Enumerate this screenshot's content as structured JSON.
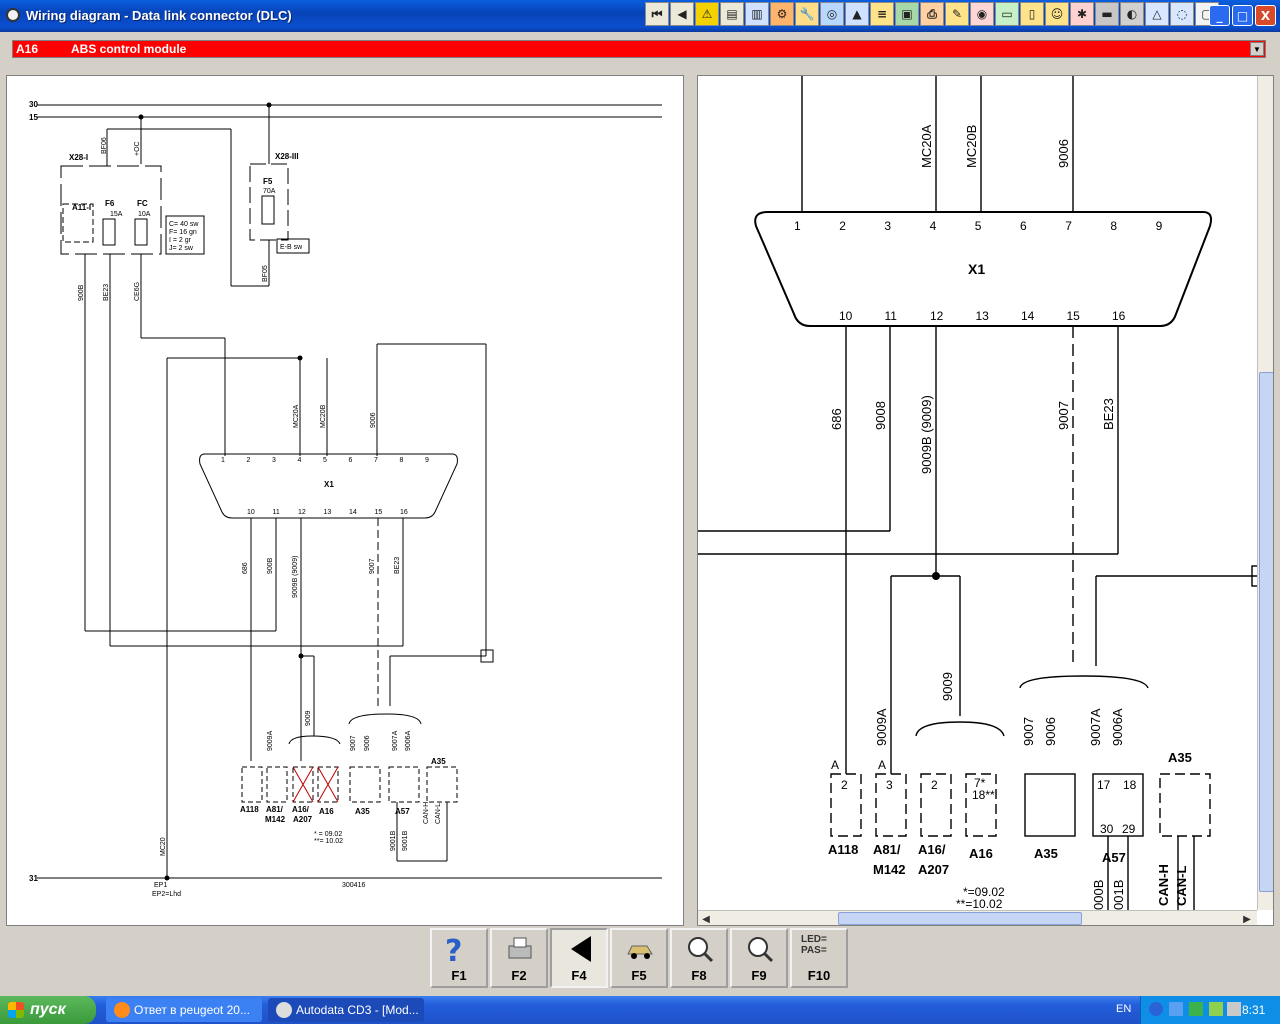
{
  "window": {
    "title": "Wiring diagram - Data link connector (DLC)",
    "toolbar_icons": [
      "first-page-icon",
      "back-icon",
      "warning-icon",
      "book-icon",
      "chart-icon",
      "tools-icon",
      "repair-icon",
      "disc-icon",
      "car-lift-icon",
      "list-icon",
      "save-icon",
      "print-icon",
      "edit-icon",
      "camera-icon",
      "monitor-icon",
      "doc-icon",
      "smiley-icon",
      "settings-icon",
      "car-icon",
      "gauge-icon",
      "triangle-icon",
      "wheel-icon",
      "note-icon"
    ],
    "buttons": {
      "minimize": "_",
      "maximize": "□",
      "close": "X"
    }
  },
  "selector": {
    "code": "A16",
    "name": "ABS control module"
  },
  "diagram_left": {
    "rails": [
      "30",
      "15",
      "31"
    ],
    "fuseblock": {
      "x28i": "X28-I",
      "x28iii": "X28-III",
      "a11": "A11-I",
      "f6": "F6",
      "f6_rating": "15A",
      "fc": "FC",
      "fc_rating": "10A",
      "f5": "F5",
      "f5_rating": "70A"
    },
    "legend": [
      "C= 40 sw",
      "F= 16 gn",
      "I = 2 gr",
      "J= 2 sw"
    ],
    "eb": "E-B sw",
    "wires_top": [
      "BF06",
      "+OC",
      "BF05",
      "900B",
      "BE23",
      "CE6G"
    ],
    "connector": "X1",
    "pins_top": [
      "1",
      "2",
      "3",
      "4",
      "5",
      "6",
      "7",
      "8",
      "9"
    ],
    "pins_bottom": [
      "10",
      "11",
      "12",
      "13",
      "14",
      "15",
      "16"
    ],
    "wires_mid": [
      "MC20A",
      "MC20B",
      "9006"
    ],
    "wires_low": [
      "686",
      "900B",
      "9009B (9009)",
      "9007",
      "BE23"
    ],
    "branch": [
      "9009A",
      "9009",
      "9007",
      "9006",
      "9007A",
      "9006A",
      "9001B",
      "9001B"
    ],
    "modules": [
      "A118",
      "A81/",
      "M142",
      "A16/",
      "A207",
      "A16",
      "A35",
      "A57",
      "A35"
    ],
    "can": [
      "CAN-H",
      "CAN-L"
    ],
    "ground": "MC20",
    "ep": [
      "EP1",
      "EP2=Lhd"
    ],
    "footnote": [
      "* = 09.02",
      "**= 10.02"
    ],
    "ref": "300416"
  },
  "diagram_right": {
    "connector": "X1",
    "pins_top": [
      "1",
      "2",
      "3",
      "4",
      "5",
      "6",
      "7",
      "8",
      "9"
    ],
    "pins_bottom": [
      "10",
      "11",
      "12",
      "13",
      "14",
      "15",
      "16"
    ],
    "wires_top": [
      "MC20A",
      "MC20B",
      "9006"
    ],
    "wires_low": [
      "686",
      "9008",
      "9009B (9009)",
      "9007",
      "BE23"
    ],
    "branch_a": [
      "9009A",
      "9009"
    ],
    "branch_b": [
      "9007",
      "9006",
      "9007A",
      "9006A"
    ],
    "modules": [
      "A118",
      "A81/",
      "M142",
      "A16/",
      "A207",
      "A16",
      "A35",
      "A57",
      "A35"
    ],
    "pin_labels": [
      "2",
      "3",
      "2",
      "7*",
      "18**",
      "17",
      "18",
      "30",
      "29"
    ],
    "a_marks": [
      "A",
      "A"
    ],
    "can": [
      "CAN-H",
      "CAN-L"
    ],
    "bottom_wires": [
      "000B",
      "001B"
    ],
    "footnote": [
      "*=09.02",
      "**=10.02"
    ]
  },
  "fkeys": [
    {
      "label": "F1",
      "icon": "help-icon"
    },
    {
      "label": "F2",
      "icon": "printer-icon"
    },
    {
      "label": "F4",
      "icon": "back-arrow-icon"
    },
    {
      "label": "F5",
      "icon": "car-icon"
    },
    {
      "label": "F8",
      "icon": "zoom-in-icon"
    },
    {
      "label": "F9",
      "icon": "zoom-out-icon"
    },
    {
      "label": "F10",
      "icon": "led-pas-icon",
      "text": [
        "LED=",
        "PAS="
      ]
    }
  ],
  "taskbar": {
    "start": "пуск",
    "tasks": [
      "Ответ в peugeot 20...",
      "Autodata CD3 - [Mod..."
    ],
    "lang": "EN",
    "clock": "8:31"
  }
}
